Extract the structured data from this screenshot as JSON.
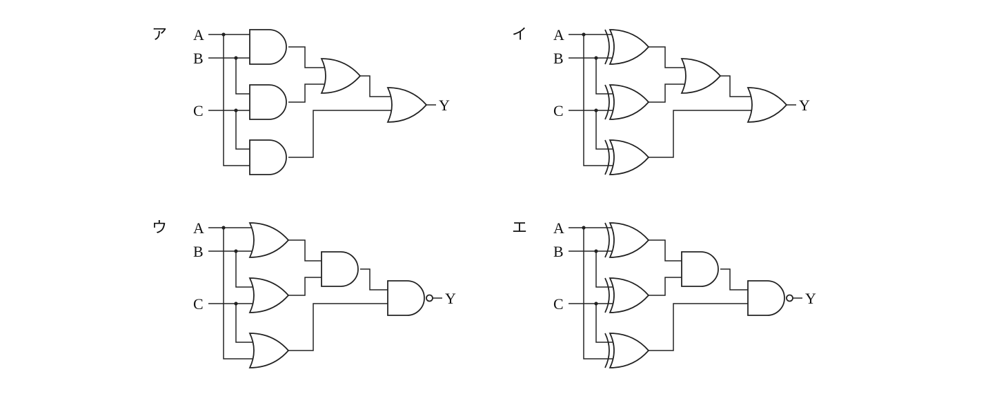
{
  "circuits": [
    {
      "id": "a",
      "label": "ア",
      "inputs": [
        "A",
        "B",
        "C"
      ],
      "output": "Y",
      "first_stage_gate": "AND",
      "second_stage_gate": "OR",
      "final_gate": "OR",
      "final_inverted": false
    },
    {
      "id": "i",
      "label": "イ",
      "inputs": [
        "A",
        "B",
        "C"
      ],
      "output": "Y",
      "first_stage_gate": "XOR",
      "second_stage_gate": "OR",
      "final_gate": "OR",
      "final_inverted": false
    },
    {
      "id": "u",
      "label": "ウ",
      "inputs": [
        "A",
        "B",
        "C"
      ],
      "output": "Y",
      "first_stage_gate": "OR",
      "second_stage_gate": "AND",
      "final_gate": "AND",
      "final_inverted": true
    },
    {
      "id": "e",
      "label": "エ",
      "inputs": [
        "A",
        "B",
        "C"
      ],
      "output": "Y",
      "first_stage_gate": "XOR",
      "second_stage_gate": "AND",
      "final_gate": "AND",
      "final_inverted": true
    }
  ]
}
